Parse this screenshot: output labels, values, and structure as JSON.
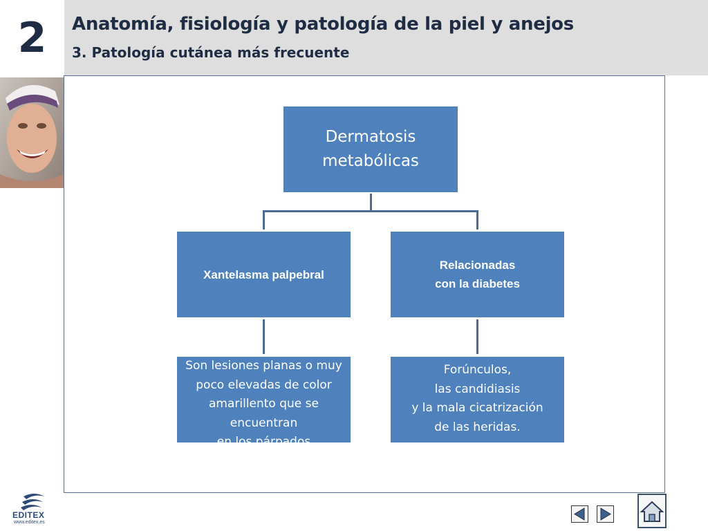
{
  "header": {
    "chapter_number": "2",
    "title": "Anatomía, fisiología y patología de la piel y anejos",
    "subtitle": "3. Patología cutánea más frecuente"
  },
  "diagram": {
    "root": "Dermatosis\nmetabólicas",
    "branches": [
      {
        "label": "Xantelasma palpebral",
        "detail": "Son lesiones planas o muy\npoco elevadas de color\namarillento que se\nencuentran\nen los párpados"
      },
      {
        "label": "Relacionadas\ncon la diabetes",
        "detail": "Forúnculos,\nlas candidiasis\ny la mala cicatrización\nde las heridas."
      }
    ]
  },
  "footer": {
    "logo_text": "EDITEX",
    "logo_url": "www.editex.es",
    "icons": {
      "prev": "triangle-left-icon",
      "next": "triangle-right-icon",
      "home": "home-icon"
    }
  },
  "colors": {
    "box": "#4f81bd",
    "header_bg": "#dedede",
    "connector": "#4a6b94",
    "text_dark": "#1f2d44"
  }
}
